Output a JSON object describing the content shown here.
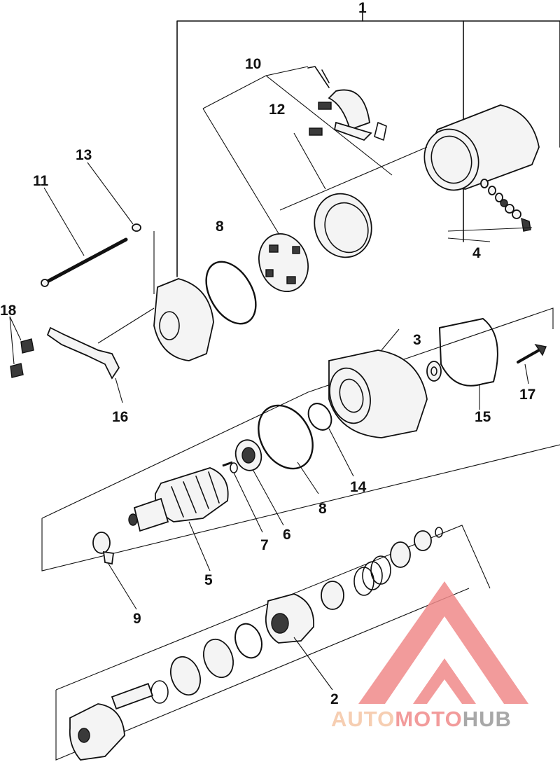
{
  "callouts": {
    "c1": "1",
    "c2": "2",
    "c3": "3",
    "c4": "4",
    "c5": "5",
    "c6": "6",
    "c7": "7",
    "c8a": "8",
    "c8b": "8",
    "c9": "9",
    "c10": "10",
    "c11": "11",
    "c12": "12",
    "c13": "13",
    "c14": "14",
    "c15": "15",
    "c16": "16",
    "c17": "17",
    "c18": "18"
  },
  "watermark": {
    "part1": "AUTO",
    "part2": "MOTO",
    "part3": "HUB",
    "color_light": "#f5c6a5",
    "color_red": "#f08a8a",
    "color_gray": "#9a9a9a"
  }
}
